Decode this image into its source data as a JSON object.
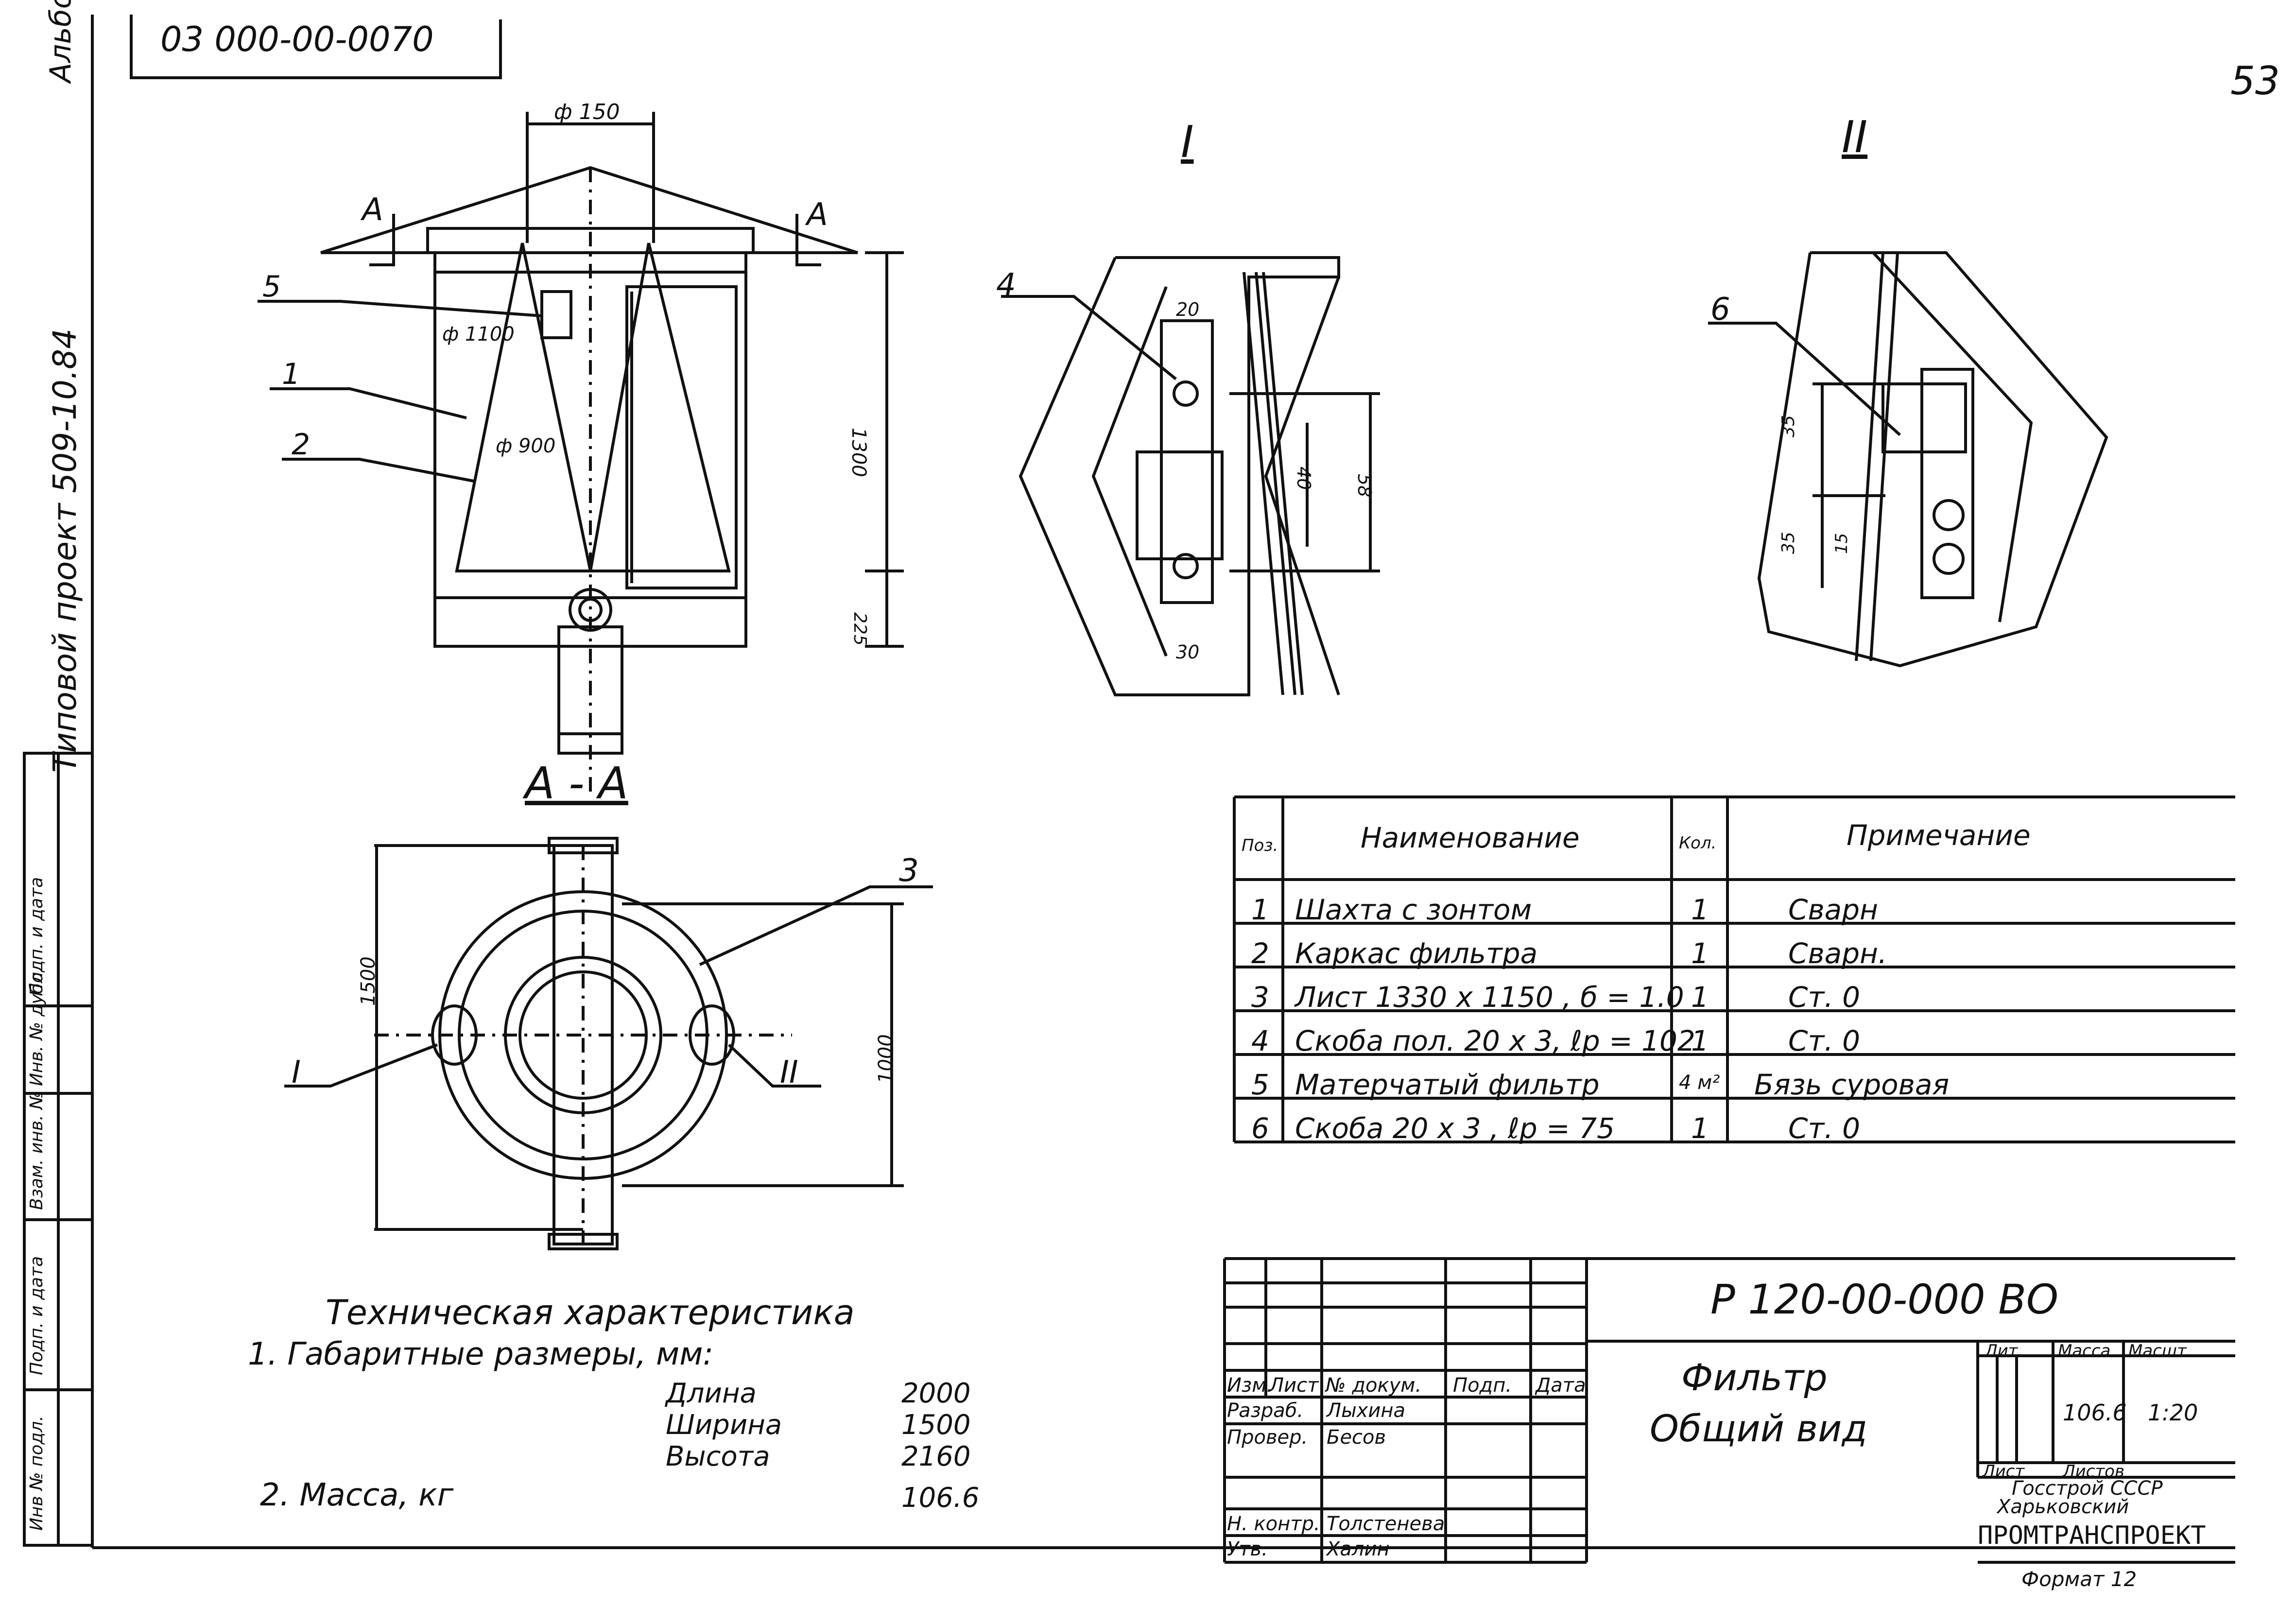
{
  "header": {
    "top_code": "03 000-00-0070",
    "page_number": "53",
    "album": "Альбом I",
    "project": "Типовой проект 509-10.84"
  },
  "margin_stamp": [
    "Инв № подл.",
    "Подп. и дата",
    "Взам. инв. №",
    "Инв. № дубл.",
    "Подп. и дата"
  ],
  "views": {
    "main": {
      "dims": {
        "dia_top": "ф 150",
        "dia_1100": "ф 1100",
        "dia_900": "ф 900",
        "height_1300": "1300",
        "height_225": "225"
      },
      "section_marks": [
        "A",
        "A"
      ],
      "callouts": [
        "5",
        "1",
        "2"
      ]
    },
    "detail_1": {
      "title": "I",
      "callout": "4",
      "dims": [
        "20",
        "40",
        "58",
        "30"
      ]
    },
    "detail_2": {
      "title": "II",
      "callout": "6",
      "dims": [
        "35",
        "35",
        "15"
      ]
    },
    "section_aa": {
      "title": "А - А",
      "dims": [
        "1500",
        "1000"
      ],
      "callouts": [
        "3",
        "I",
        "II"
      ]
    }
  },
  "spec_table": {
    "headers": [
      "Поз.",
      "Наименование",
      "Кол.",
      "Примечание"
    ],
    "rows": [
      [
        "1",
        "Шахта с зонтом",
        "1",
        "Сварн"
      ],
      [
        "2",
        "Каркас фильтра",
        "1",
        "Сварн."
      ],
      [
        "3",
        "Лист 1330 х 1150 , б = 1.0",
        "1",
        "Ст. 0"
      ],
      [
        "4",
        "Скоба пол. 20 х 3, ℓр = 102",
        "1",
        "Ст. 0"
      ],
      [
        "5",
        "Матерчатый фильтр",
        "4 м²",
        "Бязь суровая"
      ],
      [
        "6",
        "Скоба 20 х 3 , ℓр = 75",
        "1",
        "Ст. 0"
      ]
    ]
  },
  "characteristics": {
    "title": "Техническая характеристика",
    "item1": "1. Габаритные размеры, мм:",
    "dims": [
      {
        "label": "Длина",
        "value": "2000"
      },
      {
        "label": "Ширина",
        "value": "1500"
      },
      {
        "label": "Высота",
        "value": "2160"
      }
    ],
    "item2": "2. Масса, кг",
    "mass": "106.6"
  },
  "title_block": {
    "doc_code": "Р 120-00-000 ВО",
    "name_line1": "Фильтр",
    "name_line2": "Общий вид",
    "col_headers": [
      "Изм.",
      "Лист",
      "№ докум.",
      "Подп.",
      "Дата"
    ],
    "roles": [
      {
        "role": "Разраб.",
        "name": "Лыхина"
      },
      {
        "role": "Провер.",
        "name": "Бесов"
      },
      {
        "role": "Н. контр.",
        "name": "Толстенева"
      },
      {
        "role": "Утв.",
        "name": "Халин"
      }
    ],
    "lit_label": "Лит.",
    "mass_label": "Масса",
    "scale_label": "Масшт.",
    "mass_value": "106.6",
    "scale_value": "1:20",
    "sheet_label": "Лист",
    "sheets_label": "Листов",
    "org_line1": "Госстрой СССР",
    "org_line2": "Харьковский",
    "org_line3": "ПРОМТРАНСПРОЕКТ",
    "format": "Формат 12"
  }
}
